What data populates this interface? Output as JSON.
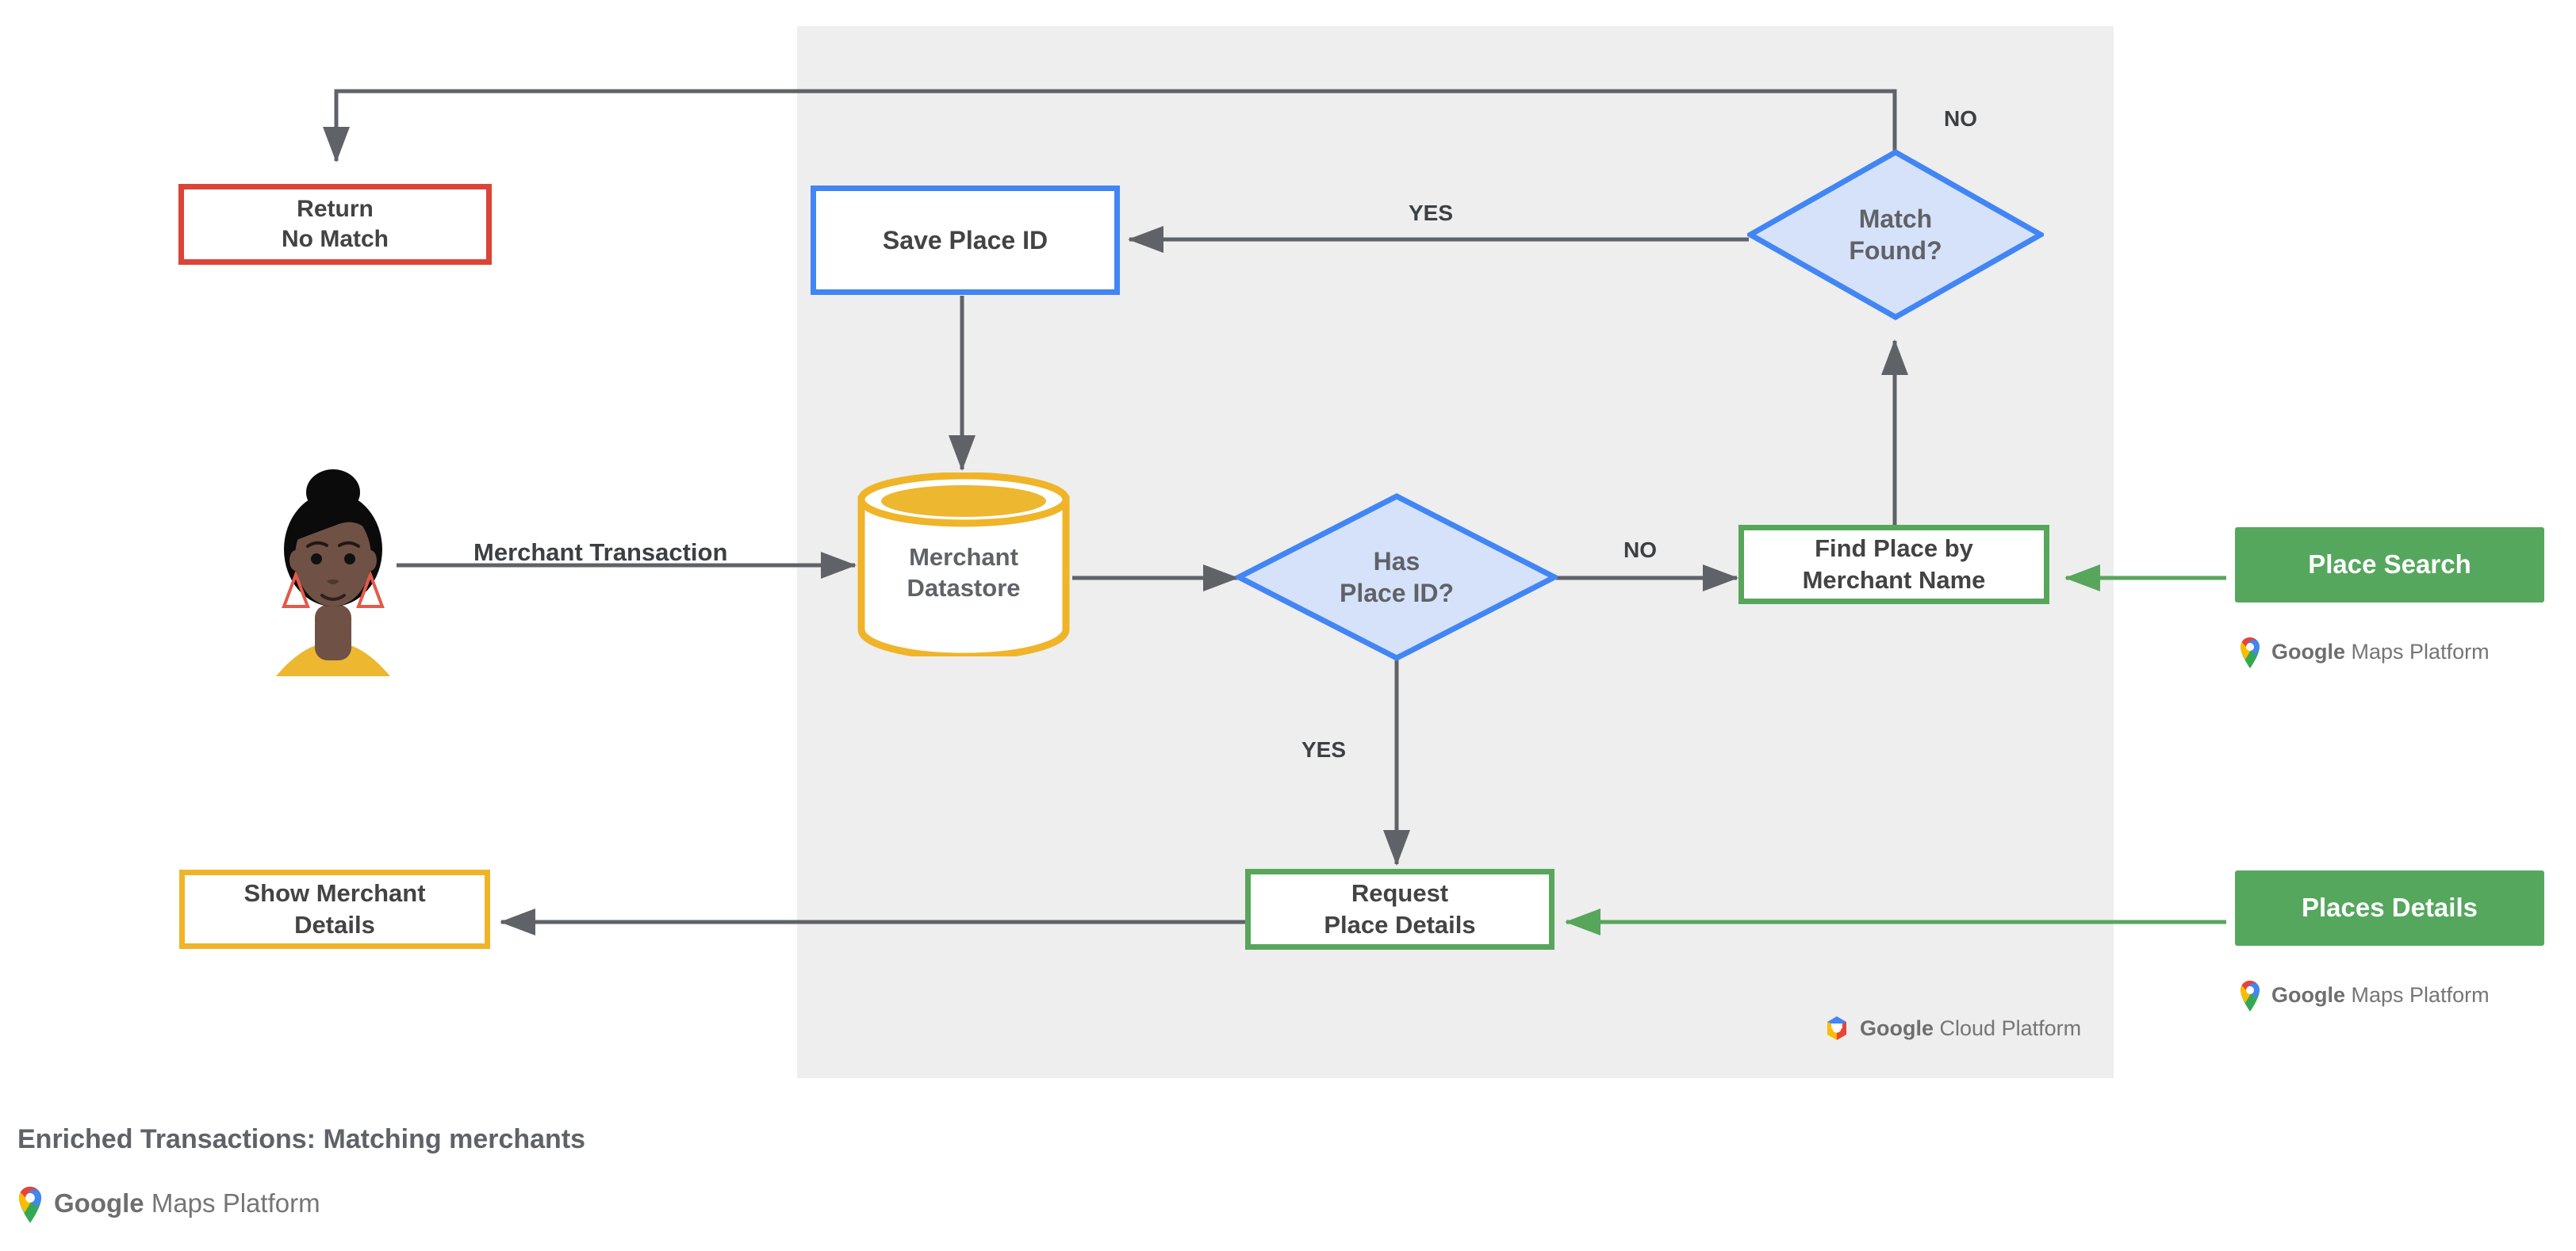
{
  "diagram": {
    "title": "Enriched Transactions: Matching merchants",
    "panel_label": "Google Cloud Platform",
    "colors": {
      "panel_bg": "#eeeeee",
      "red": "#DB4437",
      "blue": "#4285F4",
      "blue_fill": "#D6E2FA",
      "green": "#58A55C",
      "green_fill": "#55A75E",
      "yellow": "#F0B429",
      "connector": "#5f6368",
      "text": "#434343"
    },
    "nodes": [
      {
        "id": "return-no-match",
        "label": "Return\nNo Match",
        "shape": "rect",
        "style": "red"
      },
      {
        "id": "save-place-id",
        "label": "Save Place ID",
        "shape": "rect",
        "style": "blue"
      },
      {
        "id": "match-found",
        "label": "Match\nFound?",
        "shape": "diamond",
        "style": "blue"
      },
      {
        "id": "merchant-datastore",
        "label": "Merchant\nDatastore",
        "shape": "cylinder",
        "style": "yellow"
      },
      {
        "id": "has-place-id",
        "label": "Has\nPlace ID?",
        "shape": "diamond",
        "style": "blue"
      },
      {
        "id": "find-place",
        "label": "Find Place by\nMerchant Name",
        "shape": "rect",
        "style": "green"
      },
      {
        "id": "request-place-details",
        "label": "Request\nPlace Details",
        "shape": "rect",
        "style": "green"
      },
      {
        "id": "show-merchant-details",
        "label": "Show Merchant\nDetails",
        "shape": "rect",
        "style": "yellow"
      },
      {
        "id": "place-search",
        "label": "Place Search",
        "shape": "rect",
        "style": "green-filled"
      },
      {
        "id": "places-details",
        "label": "Places Details",
        "shape": "rect",
        "style": "green-filled"
      }
    ],
    "edge_labels": {
      "merchant_transaction": "Merchant Transaction",
      "yes_match": "YES",
      "no_match": "NO",
      "yes_has_place_id": "YES",
      "no_has_place_id": "NO"
    },
    "brands": {
      "maps_platform_word1": "Google",
      "maps_platform_word2": "Maps Platform",
      "cloud_word1": "Google",
      "cloud_word2": "Cloud Platform"
    },
    "icons": {
      "maps_pin": "maps-pin-icon",
      "cloud_hex": "google-cloud-hexagon-icon",
      "avatar": "user-avatar-illustration"
    }
  }
}
